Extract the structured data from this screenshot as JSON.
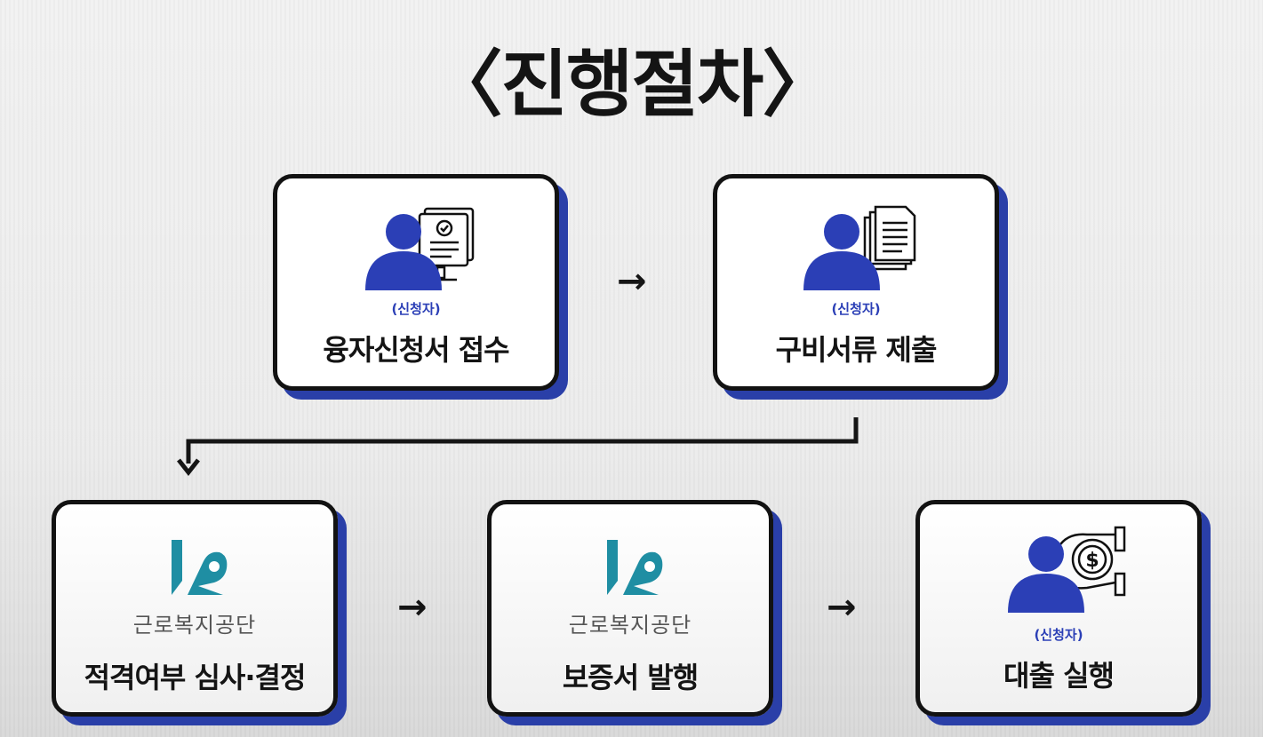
{
  "title": "〈진행절차〉",
  "arrow_glyph": "→",
  "steps": [
    {
      "role": "(신청자)",
      "label": "융자신청서 접수",
      "icon": "person-certificate-monitor-icon"
    },
    {
      "role": "(신청자)",
      "label": "구비서류 제출",
      "icon": "person-documents-icon"
    },
    {
      "org": "근로복지공단",
      "label": "적격여부 심사·결정",
      "icon": "kcomwel-logo-icon"
    },
    {
      "org": "근로복지공단",
      "label": "보증서 발행",
      "icon": "kcomwel-logo-icon"
    },
    {
      "role": "(신청자)",
      "label": "대출 실행",
      "icon": "person-money-hand-icon"
    }
  ],
  "colors": {
    "accent": "#2b3fb6",
    "shadow": "#2a3fa8",
    "logo": "#1f8ea3",
    "border": "#121212"
  }
}
